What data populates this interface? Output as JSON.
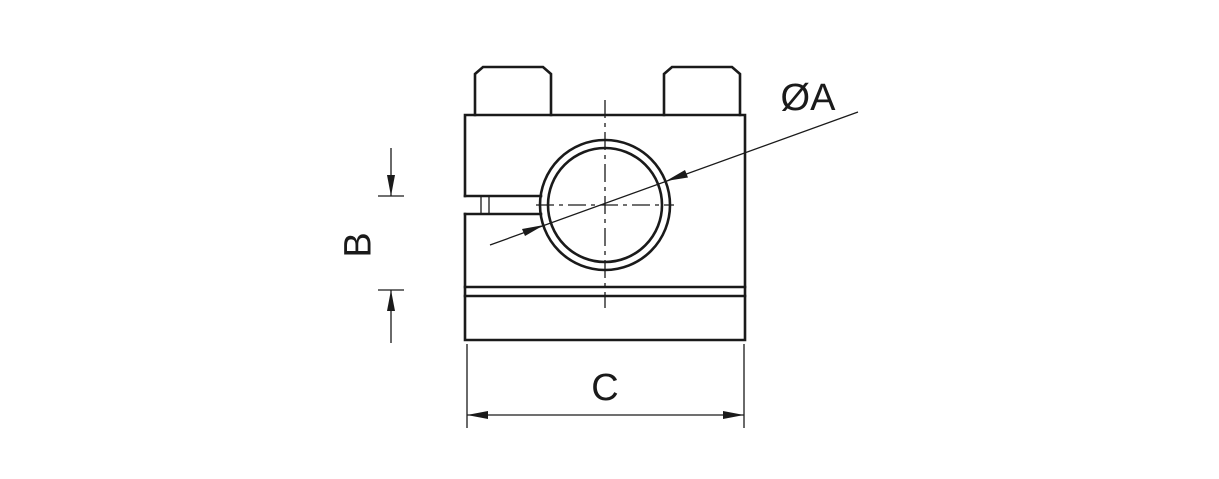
{
  "drawing": {
    "labels": {
      "diameter": "ØA",
      "height": "B",
      "width": "C"
    },
    "style": {
      "line_color": "#1a1a1a",
      "background": "#ffffff"
    }
  }
}
